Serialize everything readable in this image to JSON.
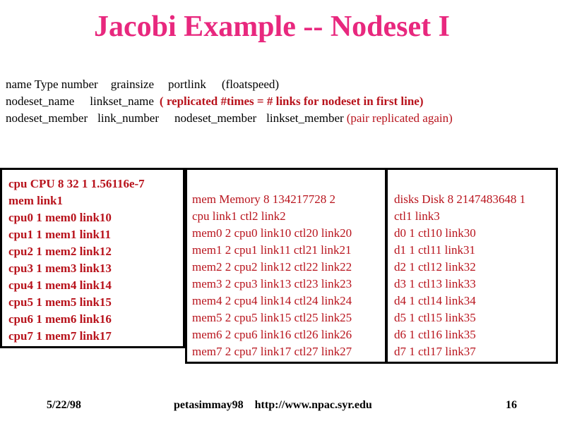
{
  "title": "Jacobi Example -- Nodeset I",
  "header": {
    "line1": {
      "a": "name Type number",
      "b": "grainsize",
      "c": "portlink",
      "d": "(floatspeed)"
    },
    "line2": {
      "a": "nodeset_name",
      "b": "linkset_name",
      "c": "( replicated #times = # links for nodeset in first line)"
    },
    "line3": {
      "a": "nodeset_member",
      "b": "link_number",
      "c": "nodeset_member",
      "d": "linkset_member",
      "e": "(pair replicated again)"
    }
  },
  "box_cpu": [
    "cpu CPU 8 32 1 1.56116e-7",
    "mem link1",
    "cpu0 1 mem0 link10",
    "cpu1 1 mem1 link11",
    "cpu2 1 mem2 link12",
    "cpu3 1 mem3 link13",
    "cpu4 1 mem4 link14",
    "cpu5 1 mem5 link15",
    "cpu6 1 mem6 link16",
    "cpu7 1 mem7 link17"
  ],
  "box_mem": [
    "mem Memory 8 134217728 2",
    "cpu link1 ctl2 link2",
    "mem0 2 cpu0 link10 ctl20 link20",
    "mem1 2 cpu1 link11 ctl21 link21",
    "mem2 2 cpu2 link12 ctl22 link22",
    "mem3 2 cpu3 link13 ctl23 link23",
    "mem4 2 cpu4 link14 ctl24 link24",
    "mem5 2 cpu5 link15 ctl25 link25",
    "mem6 2 cpu6 link16 ctl26 link26",
    "mem7 2 cpu7 link17 ctl27 link27"
  ],
  "box_disks": [
    "disks Disk 8 2147483648 1",
    "ctl1 link3",
    "d0 1 ctl10 link30",
    "d1 1 ctl11 link31",
    "d2 1 ctl12 link32",
    "d3 1 ctl13 link33",
    "d4 1 ctl14 link34",
    "d5 1 ctl15 link35",
    "d6 1 ctl16 link35",
    "d7 1 ctl17 link37"
  ],
  "footer": {
    "date": "5/22/98",
    "author_url": "petasimmay98    http://www.npac.syr.edu",
    "page": "16"
  }
}
